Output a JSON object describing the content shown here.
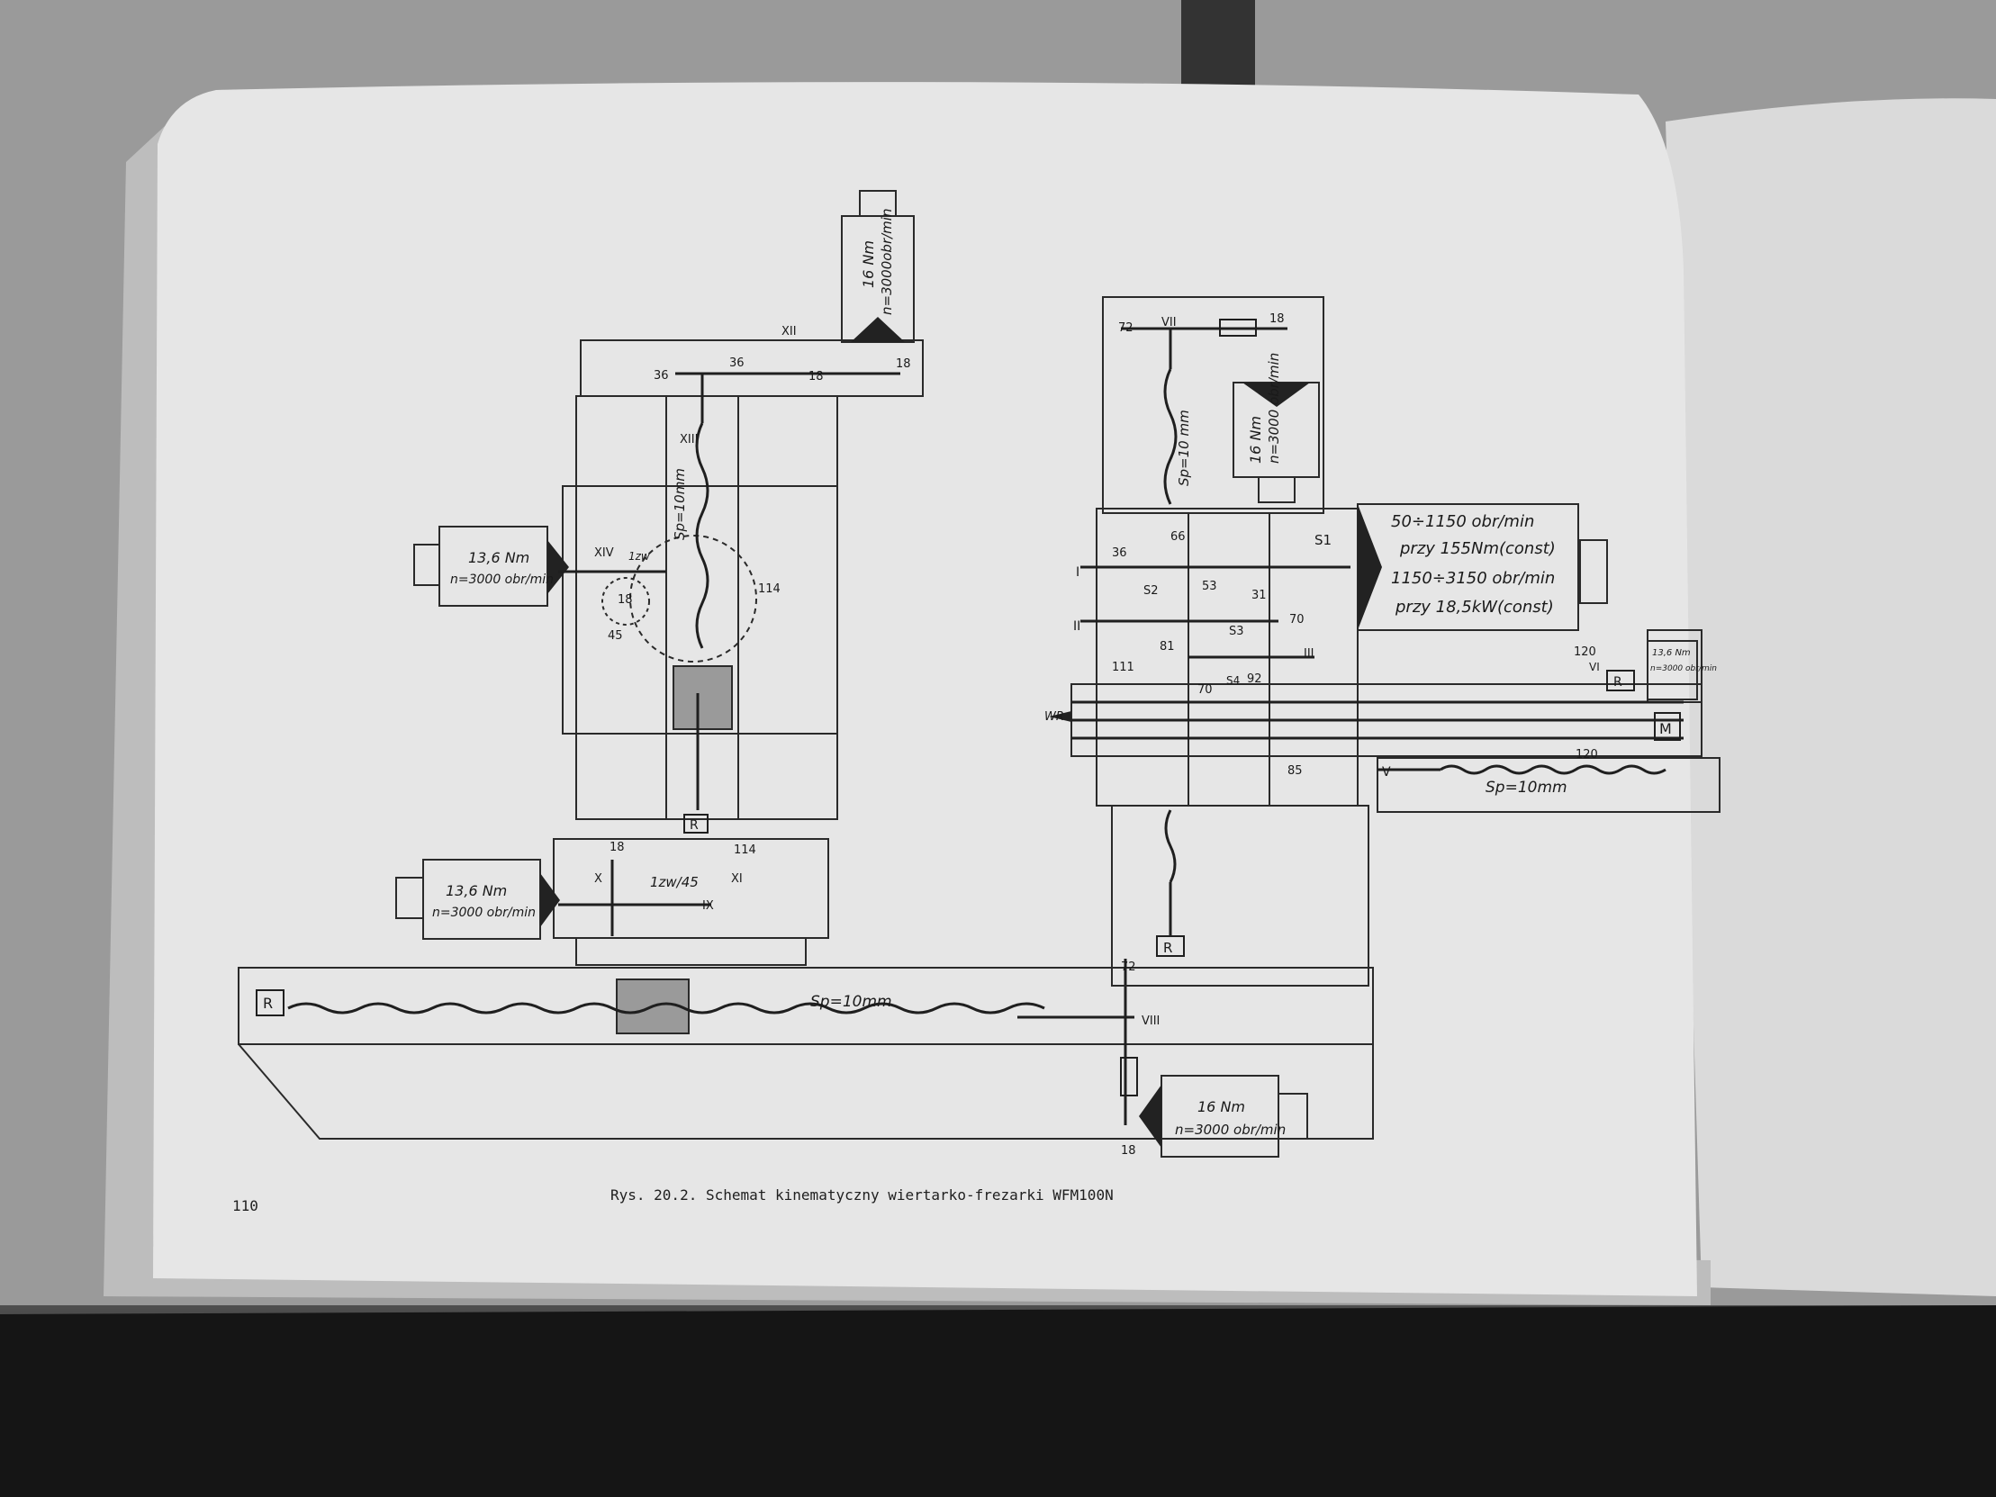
{
  "page": {
    "number": "110",
    "caption": "Rys. 20.2. Schemat kinematyczny wiertarko-frezarki WFM100N"
  },
  "motors": {
    "top_left": {
      "torque": "16 Nm",
      "speed": "n=3000obr/min"
    },
    "left_head": {
      "torque": "13,6 Nm",
      "speed": "n=3000 obr/min"
    },
    "left_table": {
      "torque": "13,6 Nm",
      "speed": "n=3000 obr/min"
    },
    "bottom": {
      "torque": "16 Nm",
      "speed": "n=3000 obr/min"
    },
    "right_top": {
      "torque": "16 Nm",
      "speed": "n=3000 obr/min"
    },
    "right_small": {
      "torque": "13,6 Nm",
      "speed": "n=3000 obr/min"
    }
  },
  "spindle_box": {
    "line1": "50÷1150 obr/min",
    "line2": "przy 155Nm(const)",
    "line3": "1150÷3150 obr/min",
    "line4": "przy 18,5kW(const)"
  },
  "pitch": {
    "vertical_left": "Sp=10mm",
    "vertical_right": "Sp=10 mm",
    "horizontal_bottom": "Sp=10mm",
    "horizontal_right": "Sp=10mm"
  },
  "roman": {
    "I": "I",
    "II": "II",
    "III": "III",
    "V": "V",
    "VI": "VI",
    "VII": "VII",
    "VIII": "VIII",
    "IX": "IX",
    "X": "X",
    "XI": "XI",
    "XII": "XII",
    "XIII": "XIII",
    "XIV": "XIV"
  },
  "labels": {
    "R": "R",
    "M": "M",
    "WR": "WR",
    "worm_top": "1zw",
    "worm_table": "1zw/45",
    "s1": "S1",
    "s2": "S2",
    "s3": "S3",
    "s4": "S4"
  },
  "teeth": {
    "t36a": "36",
    "t36b": "36",
    "t18a": "18",
    "t18b": "18",
    "t114a": "114",
    "t45": "45",
    "t18c": "18",
    "t18d": "18",
    "t114b": "114",
    "t72a": "72",
    "t18e": "18",
    "t72b": "72",
    "t18f": "18",
    "t36c": "36",
    "t66": "66",
    "t53": "53",
    "t31": "31",
    "t70a": "70",
    "t81": "81",
    "t111": "111",
    "t70b": "70",
    "t92": "92",
    "t85": "85",
    "t120a": "120",
    "t120b": "120"
  }
}
